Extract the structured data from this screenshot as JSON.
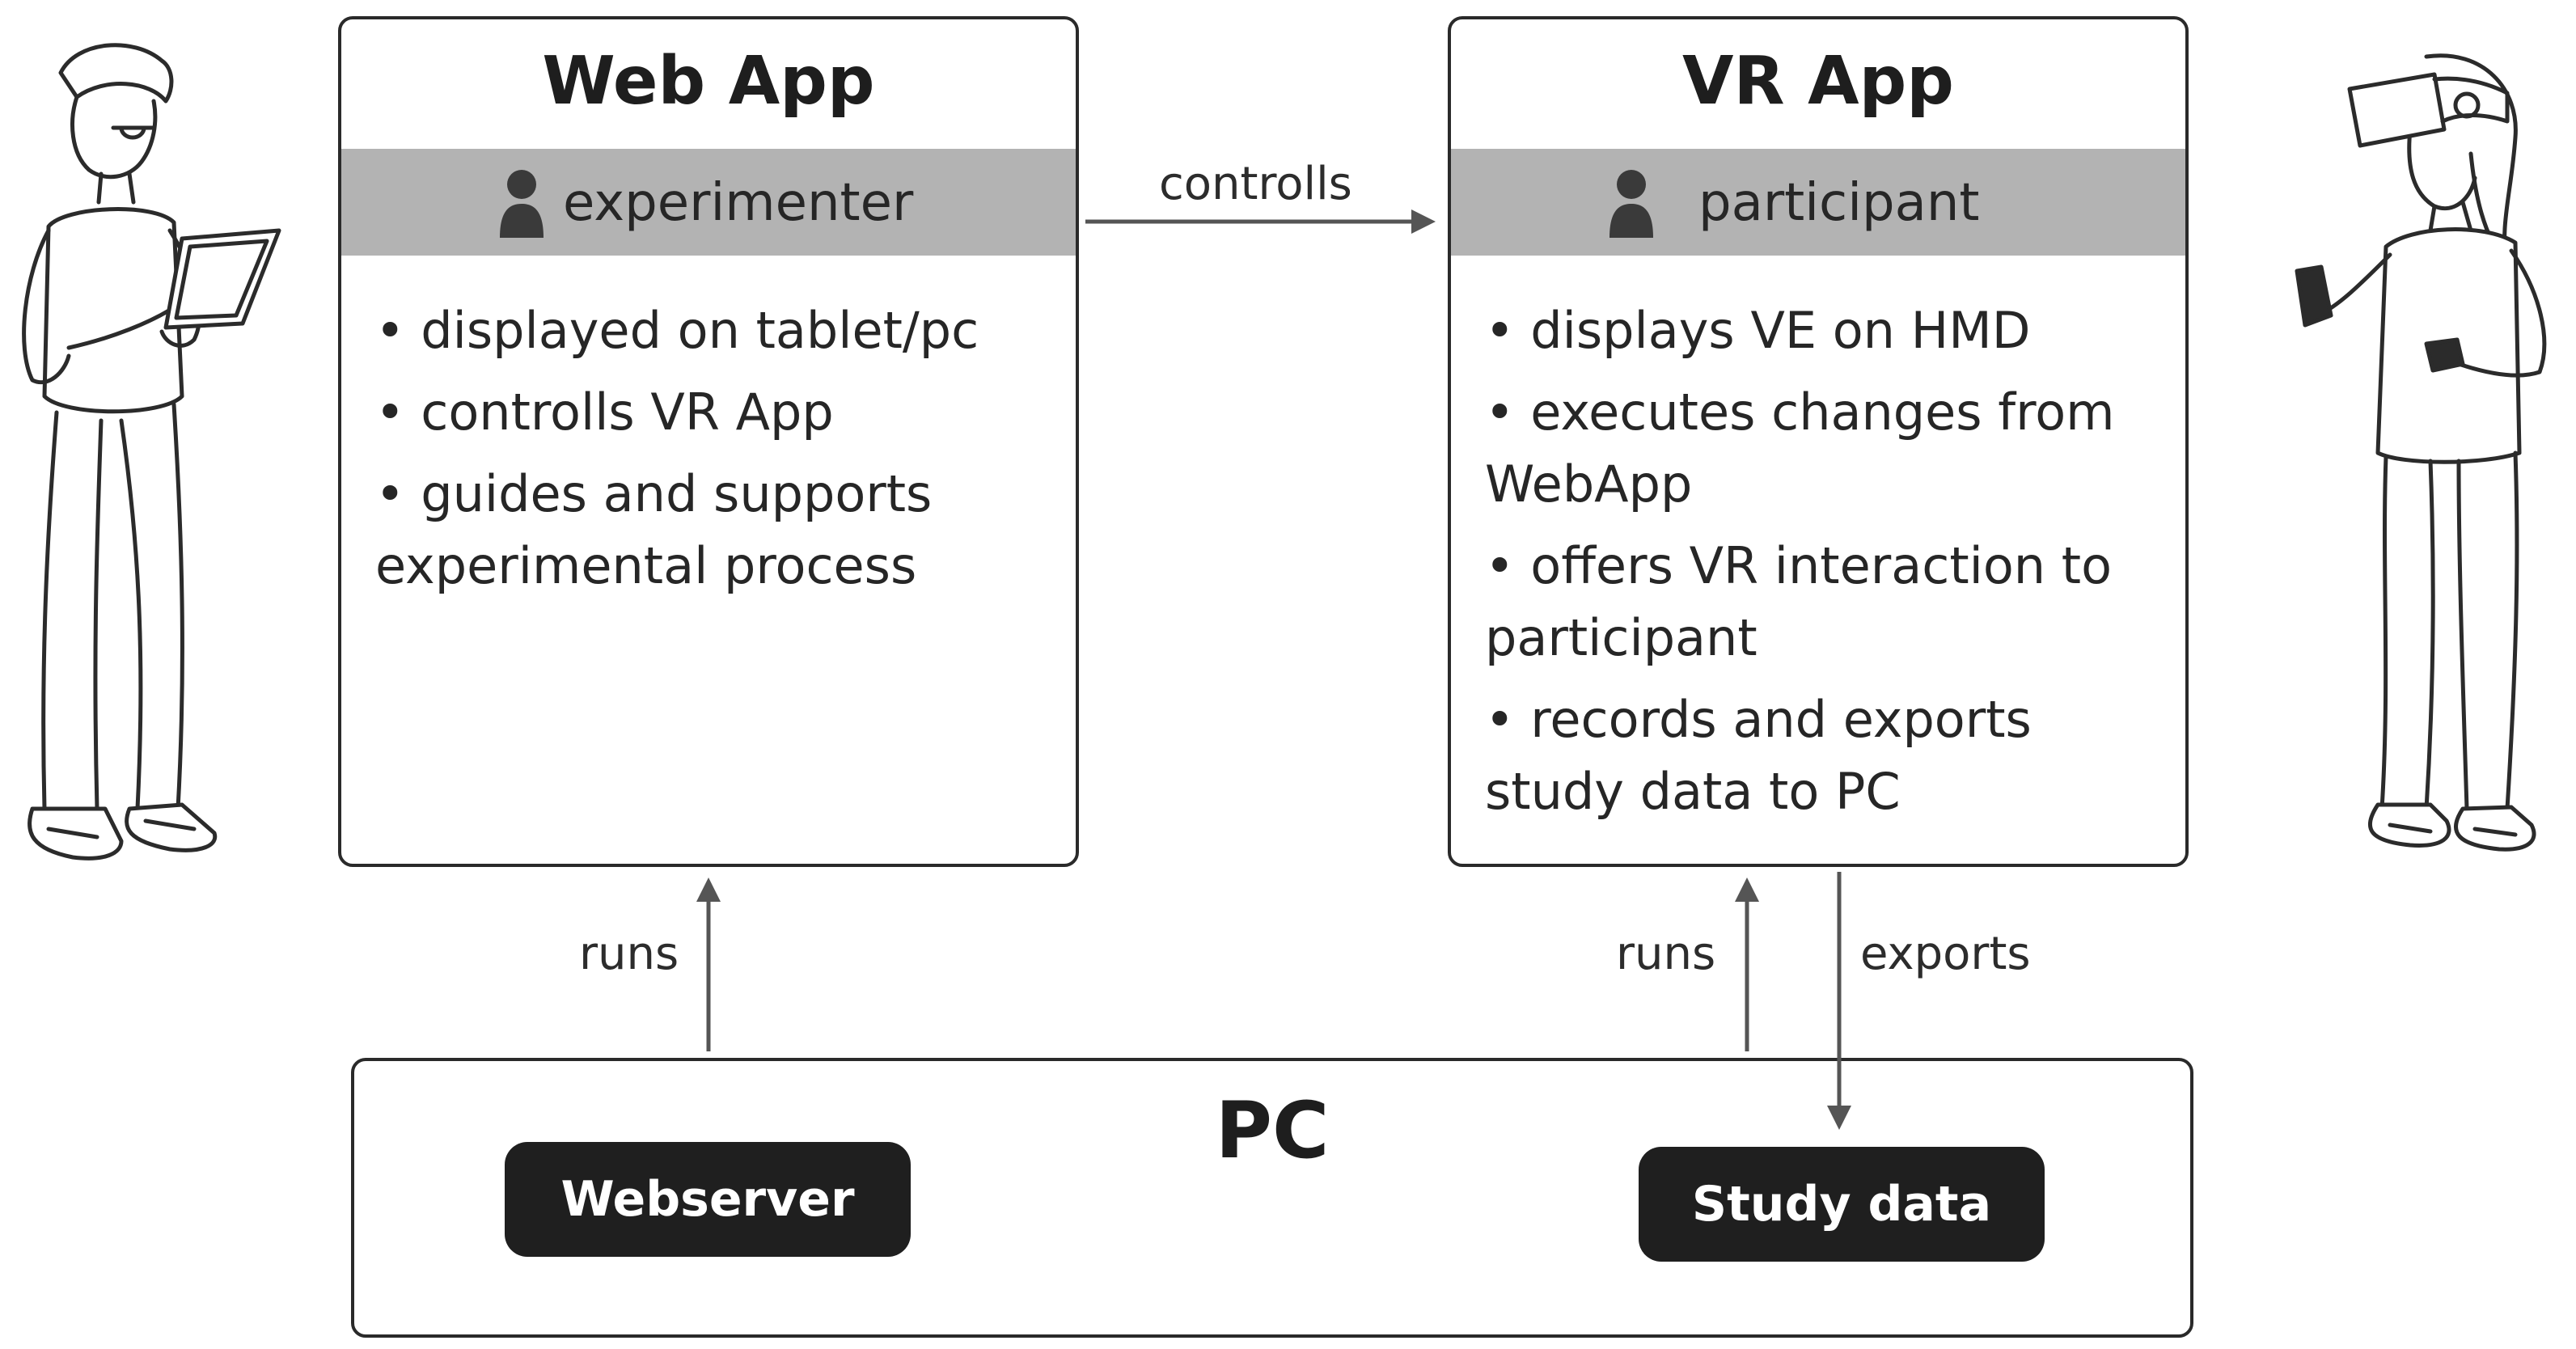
{
  "web_app": {
    "title": "Web App",
    "role": "experimenter",
    "bullets": [
      "displayed on tablet/pc",
      "controlls VR App",
      "guides and supports experimental process"
    ]
  },
  "vr_app": {
    "title": "VR App",
    "role": "participant",
    "bullets": [
      "displays VE on HMD",
      "executes changes from WebApp",
      "offers VR interaction to participant",
      "records and exports study data to PC"
    ]
  },
  "pc": {
    "title": "PC",
    "webserver": "Webserver",
    "study_data": "Study data"
  },
  "edges": {
    "controlls": "controlls",
    "runs_web": "runs",
    "runs_vr": "runs",
    "exports": "exports"
  },
  "icons": {
    "role_icon": "person-icon",
    "experimenter_figure": "person-with-tablet-illustration",
    "participant_figure": "person-with-vr-headset-illustration"
  }
}
